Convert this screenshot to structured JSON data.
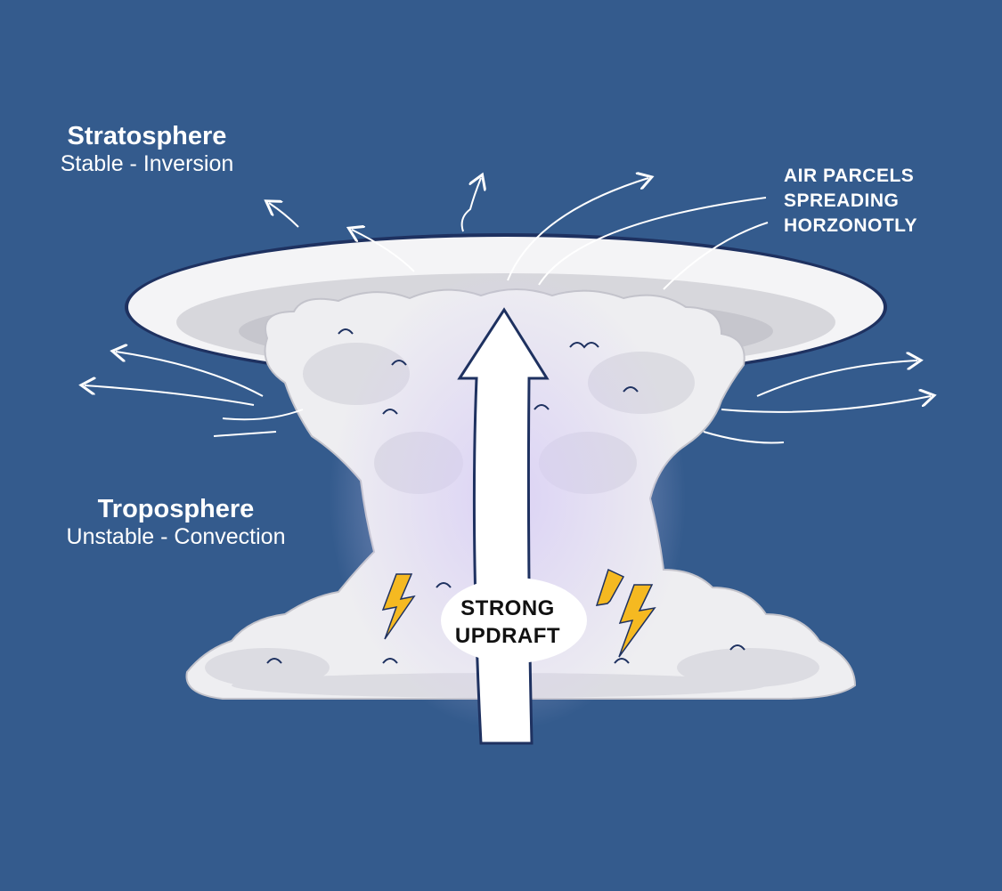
{
  "stratosphere": {
    "title": "Stratosphere",
    "subtitle": "Stable - Inversion"
  },
  "troposphere": {
    "title": "Troposphere",
    "subtitle": "Unstable - Convection"
  },
  "annotation": {
    "lines": [
      "AIR PARCELS",
      "SPREADING",
      "HORZONOTLY"
    ]
  },
  "updraft": {
    "lines": [
      "STRONG",
      "UPDRAFT"
    ]
  },
  "colors": {
    "background": "#345b8d",
    "cloud": "#f2f2f4",
    "cloud_shadow": "#c9c9cf",
    "outline": "#1e3160",
    "lightning": "#f5b921"
  }
}
